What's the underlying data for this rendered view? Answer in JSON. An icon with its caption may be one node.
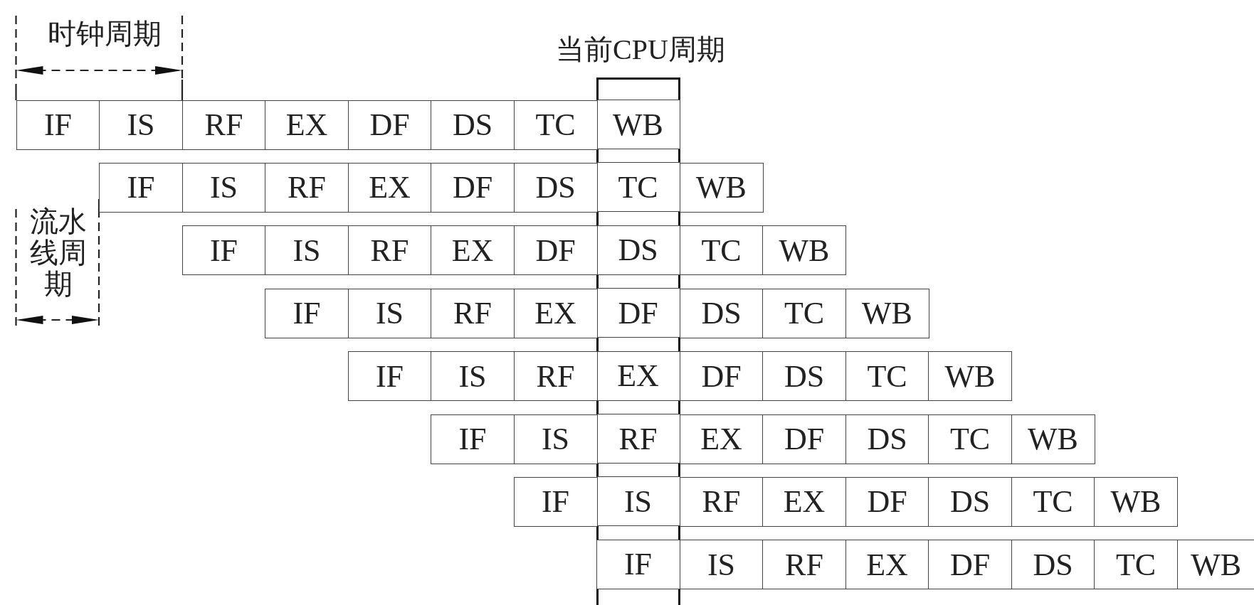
{
  "diagram": {
    "nodes": [
      {
        "text": [
          "当前CPU周期"
        ]
      },
      {
        "text": [
          "IF"
        ]
      },
      {
        "text": [
          "IS"
        ]
      },
      {
        "text": [
          "RF"
        ]
      },
      {
        "text": [
          "EX"
        ]
      },
      {
        "text": [
          "DF"
        ]
      },
      {
        "text": [
          "DS"
        ]
      },
      {
        "text": [
          "TC"
        ]
      },
      {
        "text": [
          "WB"
        ],
        "in": 0
      },
      {
        "text": [
          "IF"
        ]
      },
      {
        "text": [
          "IS"
        ]
      },
      {
        "text": [
          "RF"
        ]
      },
      {
        "text": [
          "EX"
        ]
      },
      {
        "text": [
          "DF"
        ]
      },
      {
        "text": [
          "DS"
        ]
      },
      {
        "text": [
          "TC"
        ],
        "in": 0
      },
      {
        "text": [
          "WB"
        ]
      },
      {
        "text": [
          "IF"
        ]
      },
      {
        "text": [
          "IS"
        ]
      },
      {
        "text": [
          "RF"
        ]
      },
      {
        "text": [
          "EX"
        ]
      },
      {
        "text": [
          "DF"
        ]
      },
      {
        "text": [
          "DS"
        ],
        "in": 0
      },
      {
        "text": [
          "TC"
        ]
      },
      {
        "text": [
          "WB"
        ]
      },
      {
        "text": [
          "IF"
        ]
      },
      {
        "text": [
          "IS"
        ]
      },
      {
        "text": [
          "RF"
        ]
      },
      {
        "text": [
          "EX"
        ]
      },
      {
        "text": [
          "DF"
        ],
        "in": 0
      },
      {
        "text": [
          "DS"
        ]
      },
      {
        "text": [
          "TC"
        ]
      },
      {
        "text": [
          "WB"
        ]
      },
      {
        "text": [
          "IF"
        ]
      },
      {
        "text": [
          "IS"
        ]
      },
      {
        "text": [
          "RF"
        ]
      },
      {
        "text": [
          "EX"
        ],
        "in": 0
      },
      {
        "text": [
          "DF"
        ]
      },
      {
        "text": [
          "DS"
        ]
      },
      {
        "text": [
          "TC"
        ]
      },
      {
        "text": [
          "WB"
        ]
      },
      {
        "text": [
          "IF"
        ]
      },
      {
        "text": [
          "IS"
        ]
      },
      {
        "text": [
          "RF"
        ],
        "in": 0
      },
      {
        "text": [
          "EX"
        ]
      },
      {
        "text": [
          "DF"
        ]
      },
      {
        "text": [
          "DS"
        ]
      },
      {
        "text": [
          "TC"
        ]
      },
      {
        "text": [
          "WB"
        ]
      },
      {
        "text": [
          "IF"
        ]
      },
      {
        "text": [
          "IS"
        ],
        "in": 0
      },
      {
        "text": [
          "RF"
        ]
      },
      {
        "text": [
          "EX"
        ]
      },
      {
        "text": [
          "DF"
        ]
      },
      {
        "text": [
          "DS"
        ]
      },
      {
        "text": [
          "TC"
        ]
      },
      {
        "text": [
          "WB"
        ]
      },
      {
        "text": [
          "IF"
        ],
        "in": 0
      },
      {
        "text": [
          "IS"
        ]
      },
      {
        "text": [
          "RF"
        ]
      },
      {
        "text": [
          "EX"
        ]
      },
      {
        "text": [
          "DF"
        ]
      },
      {
        "text": [
          "DS"
        ]
      },
      {
        "text": [
          "TC"
        ]
      },
      {
        "text": [
          "WB"
        ]
      }
    ],
    "labels": [
      "时钟周期",
      "流水线周期"
    ]
  }
}
